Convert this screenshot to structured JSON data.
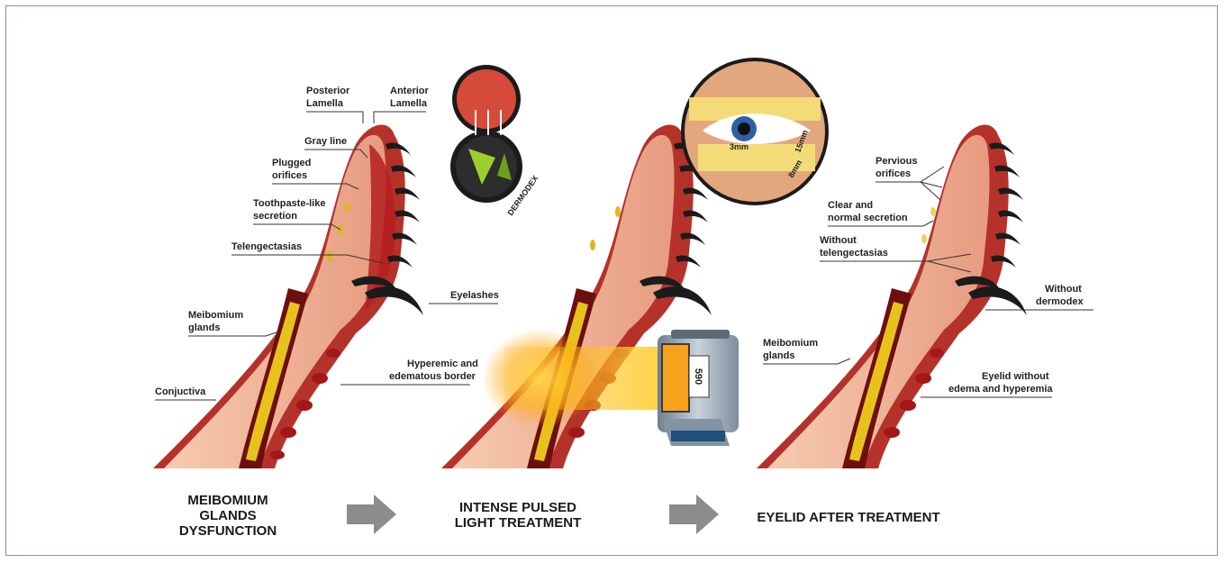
{
  "panel1": {
    "labels": {
      "posterior_lamella": [
        "Posterior",
        "Lamella"
      ],
      "anterior_lamella": [
        "Anterior",
        "Lamella"
      ],
      "gray_line": "Gray line",
      "plugged_orifices": [
        "Plugged",
        "orifices"
      ],
      "toothpaste_secretion": [
        "Toothpaste-like",
        "secretion"
      ],
      "telengectasias": "Telengectasias",
      "eyelashes": "Eyelashes",
      "meibomium_glands": [
        "Meibomium",
        "glands"
      ],
      "hyperemic_border": [
        "Hyperemic and",
        "edematous border"
      ],
      "conjuctiva": "Conjuctiva"
    },
    "dermodex_badge": "DERMODEX",
    "step_title": [
      "MEIBOMIUM",
      "GLANDS",
      "DYSFUNCTION"
    ]
  },
  "panel2": {
    "device_label": "590",
    "eye_measures": [
      "3mm",
      "15mm",
      "8mm"
    ],
    "step_title": [
      "INTENSE PULSED",
      "LIGHT TREATMENT"
    ]
  },
  "panel3": {
    "labels": {
      "pervious_orifices": [
        "Pervious",
        "orifices"
      ],
      "clear_secretion": [
        "Clear and",
        "normal secretion"
      ],
      "without_telengectasias": [
        "Without",
        "telengectasias"
      ],
      "without_dermodex": [
        "Without",
        "dermodex"
      ],
      "meibomium_glands": [
        "Meibomium",
        "glands"
      ],
      "eyelid_without_edema": [
        "Eyelid without",
        "edema and hyperemia"
      ]
    },
    "step_title": "EYELID AFTER TREATMENT"
  },
  "colors": {
    "skin": "#f2b79a",
    "tissue": "#e8a28a",
    "dark_red": "#9b1c1c",
    "bright_red": "#d8222a",
    "gland_yellow": "#e8c21c",
    "arrow_gray": "#8c8c8c",
    "frame": "#7f94ac",
    "light_orange": "#f7a21b"
  }
}
